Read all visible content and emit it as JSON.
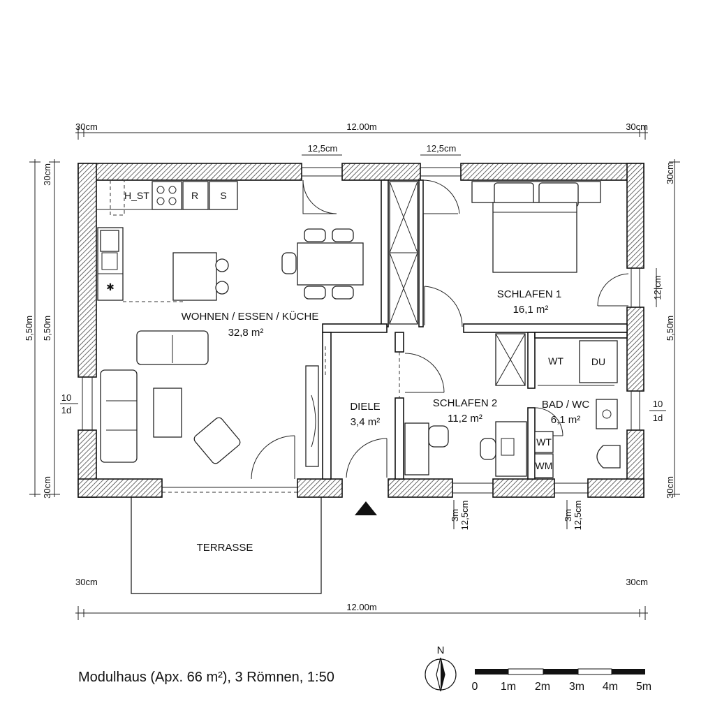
{
  "dimensions": {
    "top_offset_left": "30cm",
    "top_total": "12.00m",
    "top_offset_right": "30cm",
    "window_left": "12,5cm",
    "window_right": "12,5cm",
    "left_top": "30cm",
    "left_total": "5,50m",
    "left_inner": "5,50m",
    "left_window_a": "10",
    "left_window_b": "1d",
    "left_bottom": "30cm",
    "right_top": "30cm",
    "right_window": "12|cm",
    "right_total": "5,50m",
    "right_window_a": "10",
    "right_window_b": "1d",
    "right_bottom": "30cm",
    "bottom_a_1": "3m",
    "bottom_a_2": "12,5cm",
    "bottom_b_1": "3m",
    "bottom_b_2": "12,5cm",
    "bottom_offset_left": "30cm",
    "bottom_total": "12.00m",
    "bottom_offset_right": "30cm"
  },
  "rooms": {
    "living": {
      "name": "WOHNEN / ESSEN / KÜCHE",
      "area": "32,8 m²"
    },
    "bedroom1": {
      "name": "SCHLAFEN 1",
      "area": "16,1 m²"
    },
    "hall": {
      "name": "DIELE",
      "area": "3,4 m²"
    },
    "bedroom2": {
      "name": "SCHLAFEN 2",
      "area": "11,2 m²"
    },
    "bath": {
      "name": "BAD / WC",
      "area": "6,1 m²"
    },
    "terrace": {
      "name": "TERRASSE"
    }
  },
  "fixtures": {
    "kitchen_h": "H_ST",
    "kitchen_r": "R",
    "kitchen_s": "S",
    "bath_wt": "WT",
    "bath_du": "DU",
    "bath_wt2": "WT",
    "bath_wm": "WM"
  },
  "footer": {
    "caption": "Modulhaus (Apx. 66 m²), 3 Römnen, 1:50",
    "north": "N",
    "scale_labels": [
      "0",
      "1m",
      "2m",
      "3m",
      "4m",
      "5m"
    ]
  }
}
